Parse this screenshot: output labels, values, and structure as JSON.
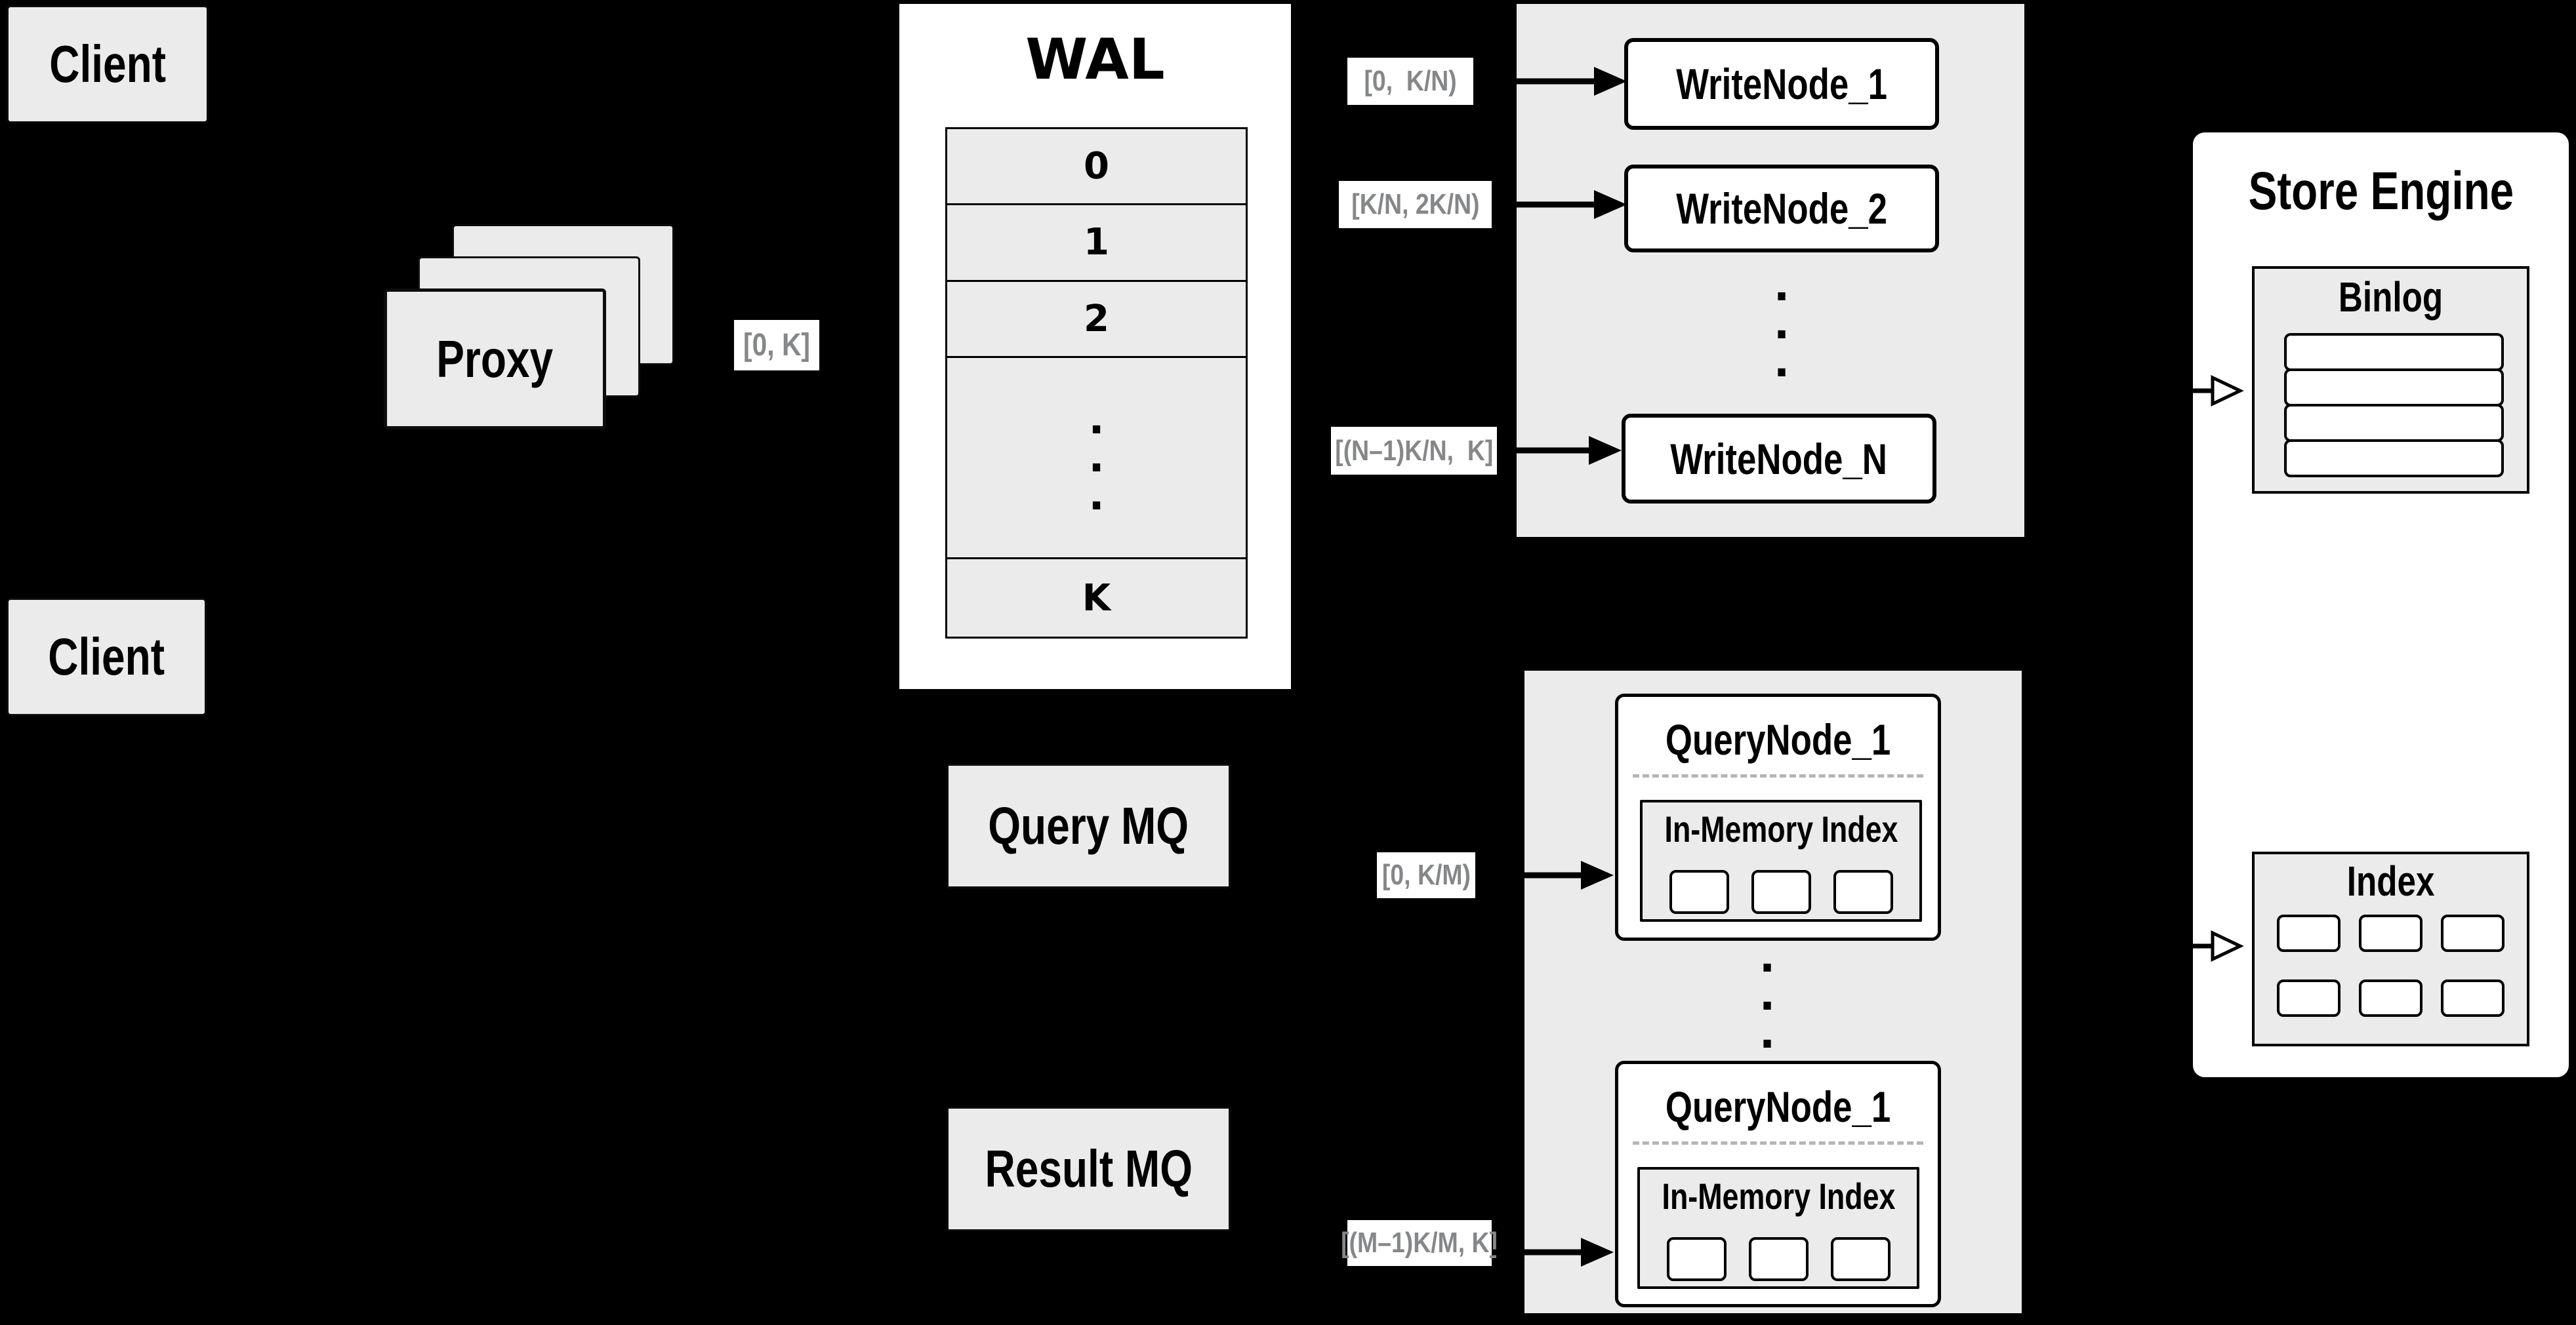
{
  "canvas": {
    "background": "#000000"
  },
  "colors": {
    "box_fill": "#ebebeb",
    "node_fill": "#ffffff",
    "border": "#000000",
    "range_text": "#858789",
    "dash": "#b5b5b5"
  },
  "client_top": {
    "label": "Client"
  },
  "client_bottom": {
    "label": "Client"
  },
  "proxy": {
    "label": "Proxy"
  },
  "proxy_range": {
    "label": "[0, K]"
  },
  "wal": {
    "title": "WAL",
    "rows": [
      "0",
      "1",
      "2"
    ],
    "bottom_row": "K"
  },
  "query_mq": {
    "label": "Query MQ"
  },
  "result_mq": {
    "label": "Result MQ"
  },
  "write_panel": {
    "items": [
      {
        "range": "[0,  K/N)",
        "name": "WriteNode_1"
      },
      {
        "range": "[K/N, 2K/N)",
        "name": "WriteNode_2"
      },
      {
        "range": "[(N–1)K/N,  K]",
        "name": "WriteNode_N"
      }
    ]
  },
  "query_panel": {
    "items": [
      {
        "range": "[0, K/M)",
        "name": "QueryNode_1",
        "inner_title": "In-Memory Index"
      },
      {
        "range": "[(M–1)K/M, K]",
        "name": "QueryNode_1",
        "inner_title": "In-Memory Index"
      }
    ]
  },
  "store_engine": {
    "title": "Store Engine",
    "binlog_title": "Binlog",
    "index_title": "Index"
  },
  "ellipsis_dot": ".",
  "icons": {
    "solid-arrow-icon": "filled right-pointing triangle",
    "open-arrow-icon": "outlined white right-pointing triangle"
  }
}
